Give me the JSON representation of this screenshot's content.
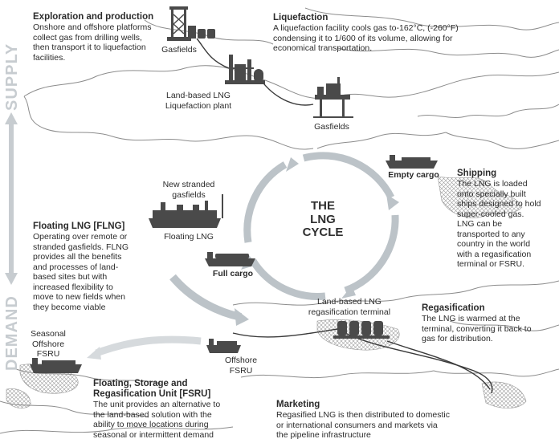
{
  "side_labels": {
    "supply": "SUPPLY",
    "demand": "DEMAND"
  },
  "center": {
    "line1": "THE",
    "line2": "LNG",
    "line3": "CYCLE"
  },
  "blocks": {
    "exploration": {
      "heading": "Exploration and production",
      "lines": [
        "Onshore and offshore platforms",
        "collect gas from drilling wells,",
        "then transport it to liquefaction",
        "facilities."
      ]
    },
    "liquefaction": {
      "heading": "Liquefaction",
      "lines": [
        "A liquefaction facility cools gas to-162°C, (-260°F)",
        "condensing it to 1/600 of its volume, allowing for",
        "economical transportation."
      ]
    },
    "shipping": {
      "heading": "Shipping",
      "lines": [
        "The LNG is loaded",
        "onto specially built",
        "ships designed to hold",
        "super-cooled gas.",
        "LNG can be",
        "transported to any",
        "country in the world",
        "with a regasification",
        "terminal or FSRU."
      ]
    },
    "flng": {
      "heading": "Floating LNG [FLNG]",
      "lines": [
        "Operating over remote or",
        "stranded gasfields. FLNG",
        "provides all the benefits",
        "and processes of land-",
        "based sites but with",
        "increased flexibility to",
        "move to new fields when",
        "they become viable"
      ]
    },
    "regasification": {
      "heading": "Regasification",
      "lines": [
        "The LNG is warmed at the",
        "terminal, converting it back to",
        "gas for distribution."
      ]
    },
    "fsru": {
      "heading_lines": [
        "Floating, Storage and",
        "Regasification Unit [FSRU]"
      ],
      "lines": [
        "The unit provides an alternative to",
        "the land-based solution with the",
        "ability to move locations during",
        "seasonal or intermittent demand"
      ]
    },
    "marketing": {
      "heading": "Marketing",
      "lines": [
        "Regasified LNG is then distributed to domestic",
        "or international consumers and markets via",
        "the pipeline infrastructure"
      ]
    }
  },
  "labels": {
    "gasfields_top": "Gasfields",
    "land_lng_plant": [
      "Land-based LNG",
      "Liquefaction plant"
    ],
    "gasfields_offshore": "Gasfields",
    "empty_cargo": "Empty cargo",
    "new_stranded": [
      "New stranded",
      "gasfields"
    ],
    "floating_lng": "Floating LNG",
    "full_cargo": "Full cargo",
    "land_regas_terminal": [
      "Land-based LNG",
      "regasification terminal"
    ],
    "seasonal_fsru": [
      "Seasonal",
      "Offshore",
      "FSRU"
    ],
    "offshore_fsru": [
      "Offshore",
      "FSRU"
    ]
  },
  "colors": {
    "ink": "#2b2b2b",
    "facility": "#4a4a4a",
    "cycle_arrow": "#bcc3c8",
    "side_label": "#c7ccd0",
    "map_line": "#8c8c8c"
  }
}
